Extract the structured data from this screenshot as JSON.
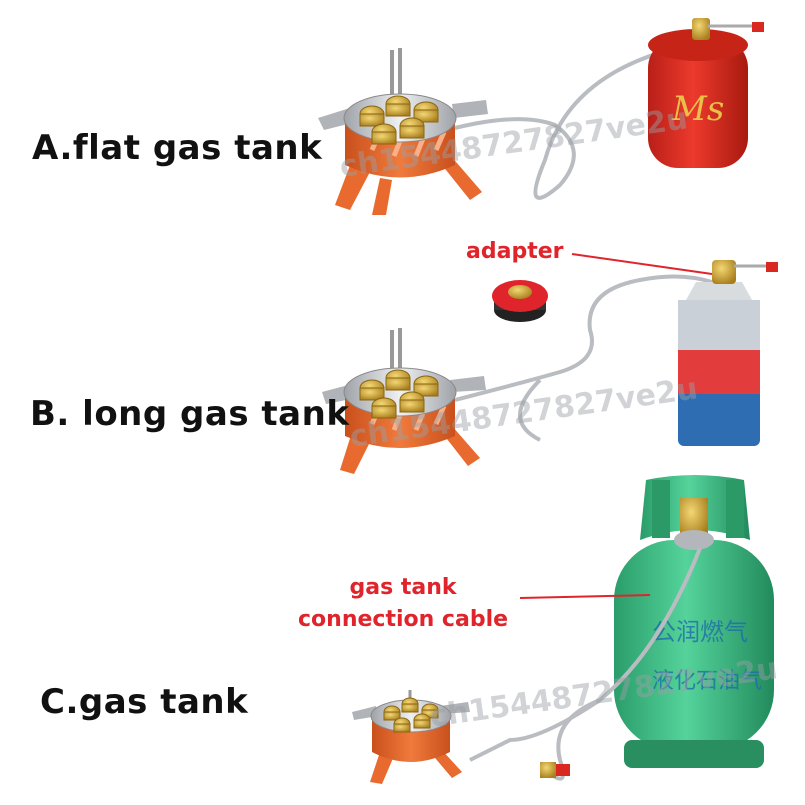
{
  "labels": {
    "a": "A.flat gas tank",
    "b": "B. long gas tank",
    "c": "C.gas tank"
  },
  "callouts": {
    "adapter": "adapter",
    "cable_line1": "gas tank",
    "cable_line2": "connection cable"
  },
  "watermark": "ch15448727827ve2u",
  "colors": {
    "label_text": "#111111",
    "callout_text": "#e0242b",
    "stove_orange": "#e86a2e",
    "brass": "#c9a233",
    "steel": "#c7c9cc",
    "canister_red": "#d8281f",
    "cylinder_green": "#3fbf86"
  }
}
